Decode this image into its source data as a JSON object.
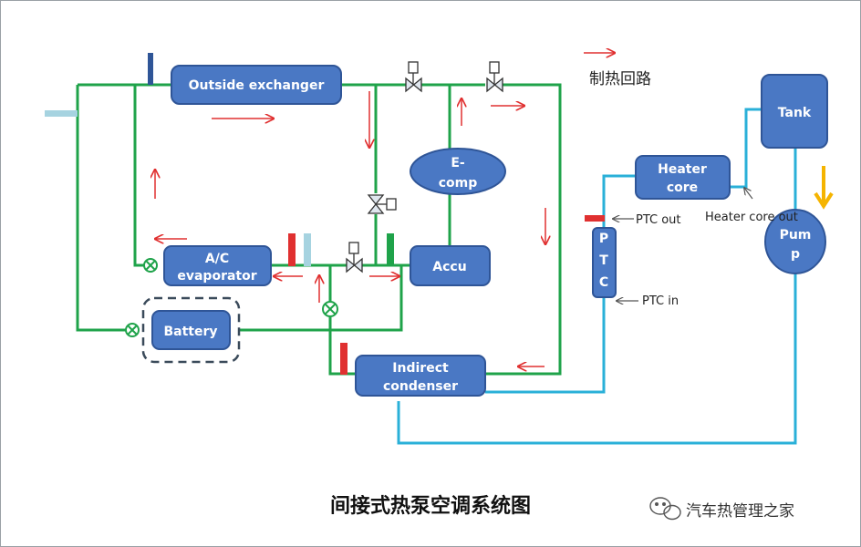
{
  "legend": {
    "label": "制热回路",
    "color": "#e03030"
  },
  "components": {
    "outside_exchanger": "Outside exchanger",
    "e_comp": [
      "E-",
      "comp"
    ],
    "ac_evaporator": [
      "A/C",
      "evaporator"
    ],
    "accu": "Accu",
    "battery": "Battery",
    "indirect_condenser": [
      "Indirect",
      "condenser"
    ],
    "heater_core": [
      "Heater",
      "core"
    ],
    "tank": "Tank",
    "pump": [
      "Pum",
      "p"
    ],
    "ptc": [
      "P",
      "T",
      "C"
    ]
  },
  "labels": {
    "ptc_out": "PTC out",
    "ptc_in": "PTC in",
    "heater_core_out": "Heater core out"
  },
  "title": "间接式热泵空调系统图",
  "watermark": "汽车热管理之家",
  "colors": {
    "box": "#4a78c4",
    "box_stroke": "#2f5597",
    "refrigerant_line": "#1fa34a",
    "coolant_line": "#2ab0d8",
    "flow_arrow": "#e03030",
    "coolant_arrow": "#f5b400"
  }
}
